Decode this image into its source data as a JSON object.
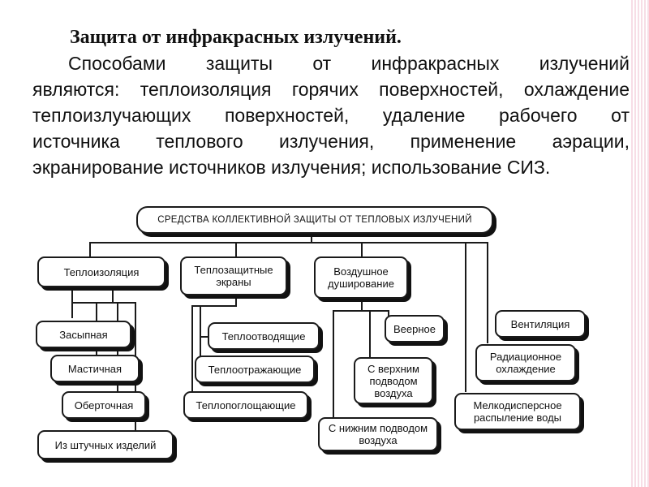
{
  "heading": "Защита от инфракрасных излучений.",
  "paragraph_lines": [
    "Способами защиты от инфракрасных излучений",
    "являются: теплоизоляция горячих поверхностей, охлаждение",
    "теплоизлучающих поверхностей, удаление рабочего от",
    "источника теплового излучения, применение аэрации,",
    "экранирование источников излучения; использование СИЗ."
  ],
  "diagram": {
    "root": "СРЕДСТВА КОЛЛЕКТИВНОЙ ЗАЩИТЫ ОТ ТЕПЛОВЫХ ИЗЛУЧЕНИЙ",
    "insulation": {
      "label": "Теплоизоляция",
      "items": [
        "Засыпная",
        "Мастичная",
        "Оберточная",
        "Из штучных изделий"
      ]
    },
    "screens": {
      "label": "Теплозащитные экраны",
      "items": [
        "Теплоотводящие",
        "Теплоотражающие",
        "Теплопоглощающие"
      ]
    },
    "air_shower": {
      "label": "Воздушное душирование",
      "items": [
        "Веерное",
        "С верхним подводом воздуха",
        "С нижним подводом воздуха"
      ]
    },
    "ventilation": "Вентиляция",
    "radiation_cooling": "Радиационное охлаждение",
    "fine_spray": "Мелкодисперсное распыление воды"
  }
}
